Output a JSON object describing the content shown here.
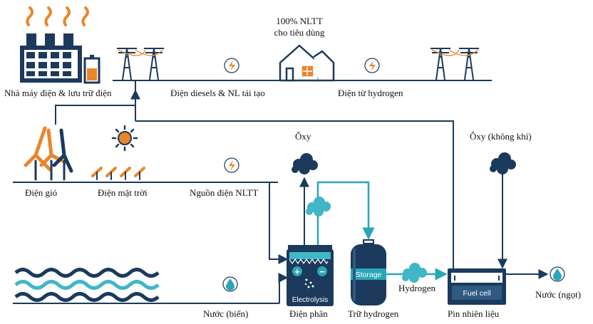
{
  "labels": {
    "power_plant": "Nhà máy điện & lưu trữ điện",
    "diesel_renewable": "Điện diesels & NL tái tạo",
    "consumption_line1": "100% NLTT",
    "consumption_line2": "cho tiêu dùng",
    "hydrogen_power": "Điện từ hydrogen",
    "oxygen": "Ôxy",
    "oxygen_air": "Ôxy (không khí)",
    "wind": "Điện gió",
    "solar": "Điện mặt trời",
    "renewable_source": "Nguồn điện NLTT",
    "seawater": "Nước (biển)",
    "electrolysis": "Điện phân",
    "hydrogen_storage": "Trữ hydrogen",
    "hydrogen": "Hydrogen",
    "fuel_cell": "Pin nhiên liệu",
    "fresh_water": "Nước (ngọt)"
  },
  "device_text": {
    "electrolysis": "Electrolysis",
    "storage": "Storage",
    "fuel_cell": "Fuel cell",
    "plus": "+",
    "minus": "−"
  },
  "colors": {
    "navy": "#1b3a5c",
    "teal": "#2aa6b8",
    "orange": "#e9862a",
    "water_light": "#3fb7c7"
  },
  "icons": [
    "factory-icon",
    "battery-icon",
    "power-pylon-icon",
    "house-icon",
    "lightning-icon",
    "wind-turbine-icon",
    "sun-icon",
    "solar-panel-icon",
    "water-drop-icon",
    "oxygen-cloud-icon",
    "hydrogen-cloud-icon",
    "waves-icon",
    "electrolyzer-icon",
    "storage-tank-icon",
    "fuel-cell-icon"
  ]
}
